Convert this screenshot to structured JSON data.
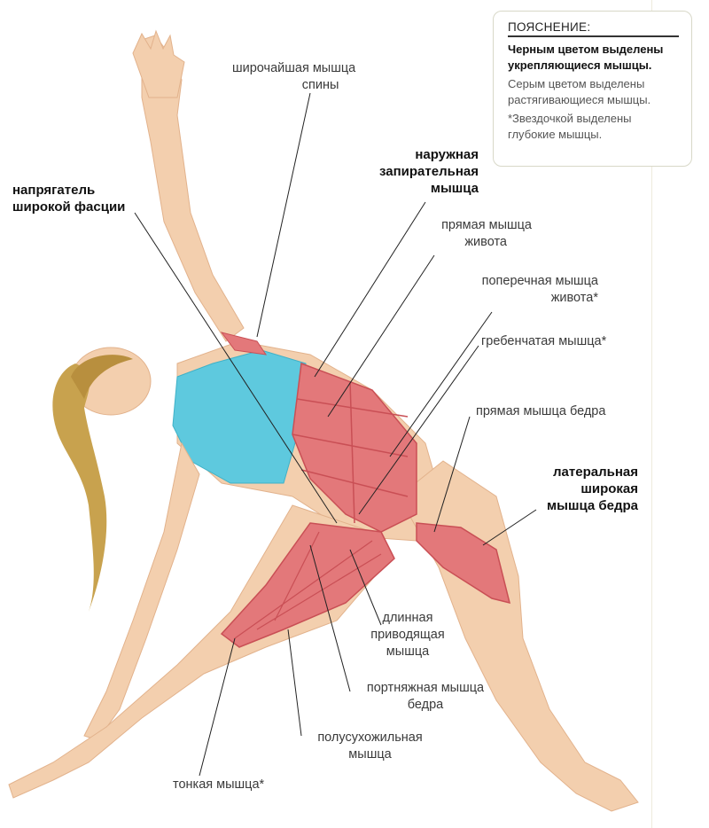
{
  "legend": {
    "title": "ПОЯСНЕНИЕ:",
    "line_black": "Черным цветом выделены укрепляющиеся мышцы.",
    "line_gray": "Серым цветом выделены растягивающиеся мышцы.",
    "line_star": "*Звездочкой выделены глубокие мышцы."
  },
  "labels": {
    "latissimus_1": "широчайшая мышца",
    "latissimus_2": "спины",
    "external_oblique_1": "наружная",
    "external_oblique_2": "запирательная",
    "external_oblique_3": "мышца",
    "tfl_1": "напрягатель",
    "tfl_2": "широкой фасции",
    "rectus_abdominis_1": "прямая мышца",
    "rectus_abdominis_2": "живота",
    "transversus_1": "поперечная мышца",
    "transversus_2": "живота*",
    "pectineus": "гребенчатая мышца*",
    "rectus_femoris": "прямая мышца бедра",
    "vastus_lateralis_1": "латеральная",
    "vastus_lateralis_2": "широкая",
    "vastus_lateralis_3": "мышца бедра",
    "adductor_longus_1": "длинная",
    "adductor_longus_2": "приводящая",
    "adductor_longus_3": "мышца",
    "sartorius_1": "портняжная мышца",
    "sartorius_2": "бедра",
    "semitendinosus_1": "полусухожильная",
    "semitendinosus_2": "мышца",
    "gracilis": "тонкая мышца*"
  },
  "colors": {
    "skin": "#f3cfae",
    "skin_shadow": "#e2b28c",
    "muscle": "#e3787a",
    "muscle_dark": "#c94f55",
    "top": "#5ec9de",
    "hair": "#c8a24e",
    "leader": "#222222"
  }
}
